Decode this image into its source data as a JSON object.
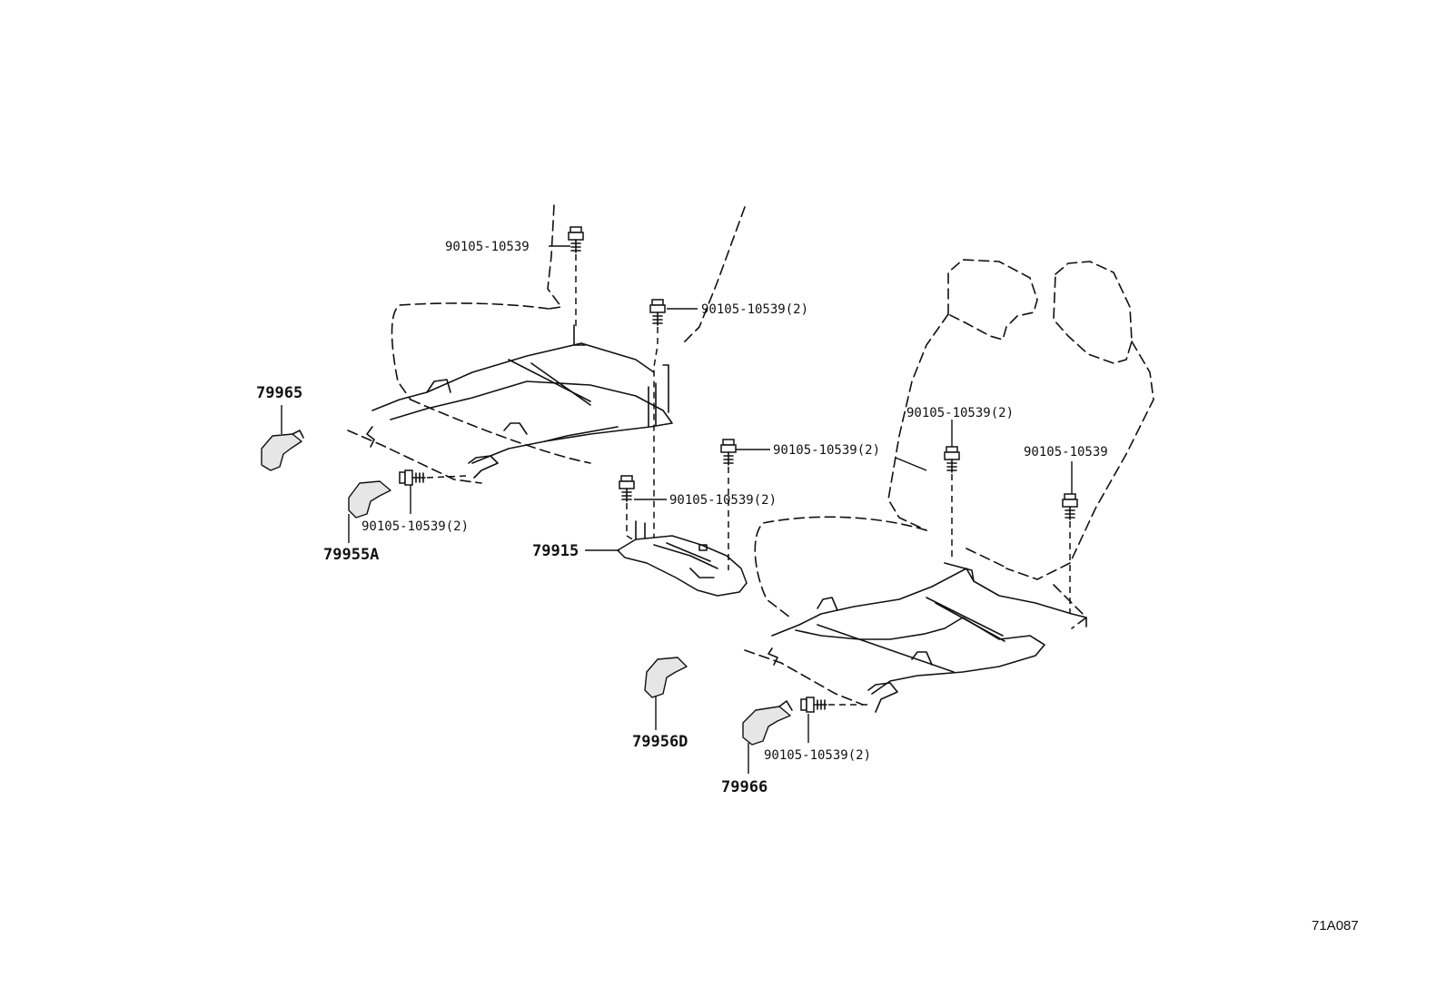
{
  "callouts": {
    "bolt_top": "90105-10539",
    "bolt_upper_center": "90105-10539(2)",
    "bolt_left_lower": "90105-10539(2)",
    "bolt_center_lower": "90105-10539(2)",
    "bolt_center_right": "90105-10539(2)",
    "bolt_seat_mid": "90105-10539(2)",
    "bolt_seat_right": "90105-10539",
    "bolt_bottom_right": "90105-10539(2)"
  },
  "parts": {
    "cover_79965": "79965",
    "cover_79955a": "79955A",
    "bracket_79915": "79915",
    "cover_79956d": "79956D",
    "cover_79966": "79966"
  },
  "drawing_id": "71A087"
}
